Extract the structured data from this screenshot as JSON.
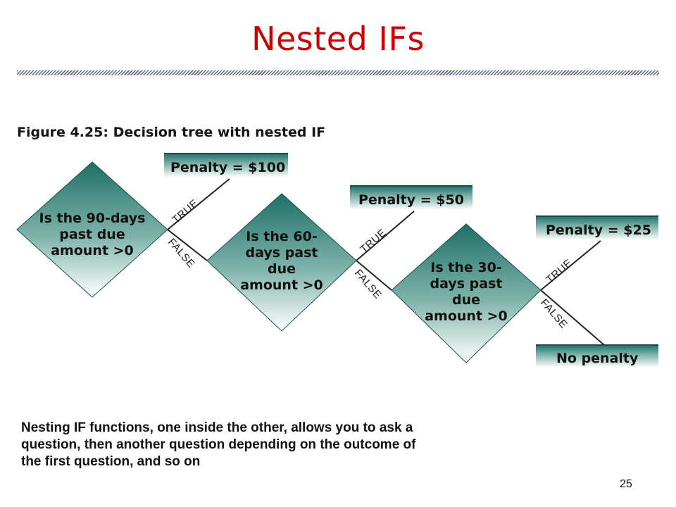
{
  "slide": {
    "title": "Nested IFs",
    "note": "Nesting IF functions, one inside the other, allows you to ask a question, then another question depending on the outcome of the first question, and so on",
    "page_number": "25"
  },
  "figure": {
    "caption": "Figure 4.25: Decision tree with nested IF",
    "diamonds": [
      {
        "lines": [
          "Is the 90-days",
          "past due",
          "amount >0"
        ]
      },
      {
        "lines": [
          "Is the 60-",
          "days past",
          "due",
          "amount >0"
        ]
      },
      {
        "lines": [
          "Is the 30-",
          "days past",
          "due",
          "amount >0"
        ]
      }
    ],
    "outcomes": [
      "Penalty = $100",
      "Penalty = $50",
      "Penalty = $25",
      "No penalty"
    ],
    "branch_true": "TRUE",
    "branch_false": "FALSE",
    "colors": {
      "box_top": "#1f6f66",
      "box_bottom": "#ffffff",
      "title": "#cc0000"
    }
  }
}
